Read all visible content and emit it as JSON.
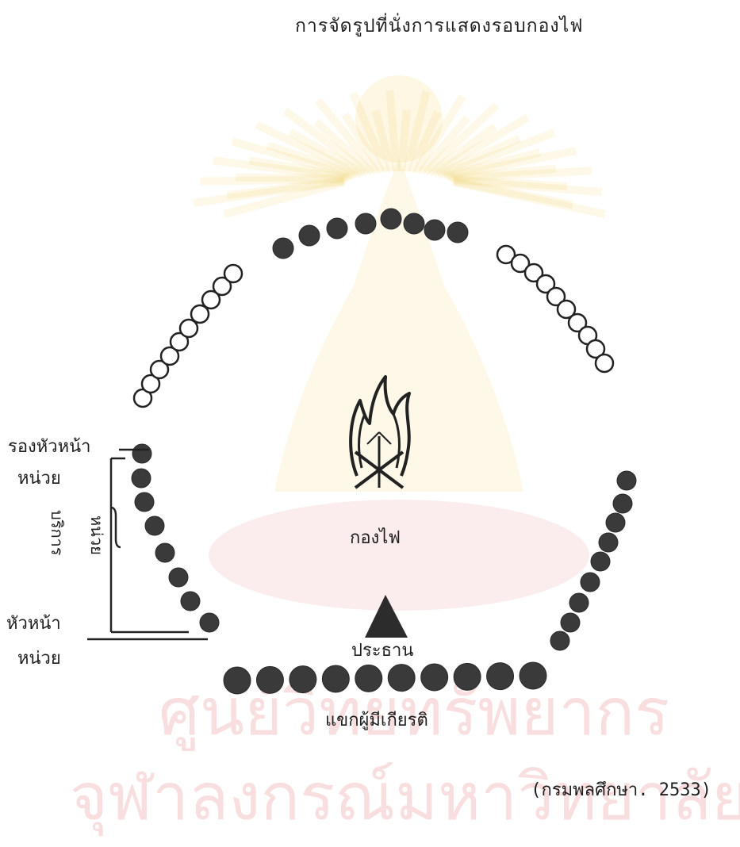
{
  "title": "การจัดรูปที่นั่งการแสดงรอบกองไฟ",
  "labels": {
    "campfire": "กองไฟ",
    "chairman": "ประธาน",
    "guests": "แขกผู้มีเกียรติ",
    "deputy_leader": "รองหัวหน้า",
    "unit_1": "หน่วย",
    "service_vertical": "บริการ",
    "unit_vertical": "หน่วย",
    "leader": "หัวหน้า",
    "unit_2": "หน่วย"
  },
  "citation": "(กรมพลศึกษา. 2533)",
  "watermark": {
    "line1": "ศูนย์วิทยทรัพยากร",
    "line2": "จุฬาลงกรณ์มหาวิทยาลัย"
  },
  "colors": {
    "filled_circle": "#3a3a3a",
    "ink": "#1e1e1e",
    "watermark_red": "#e06a6a",
    "watermark_gold": "#f2d36b"
  }
}
